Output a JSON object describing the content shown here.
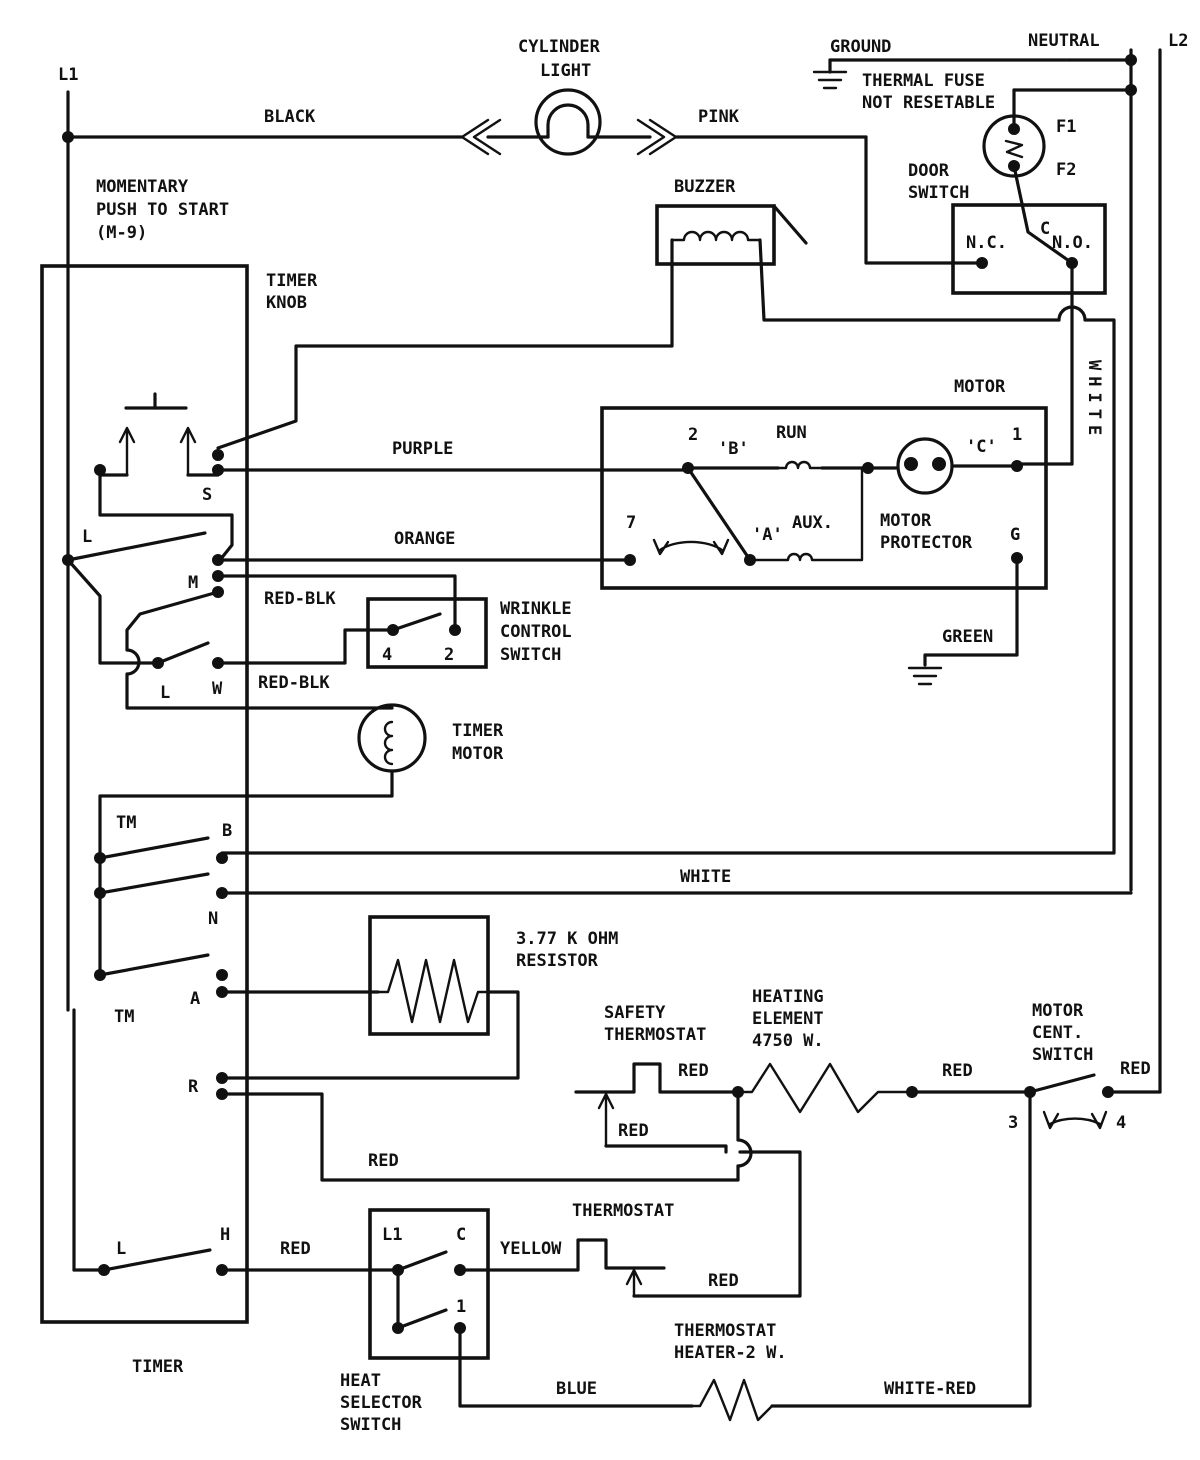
{
  "rails": {
    "l1": "L1",
    "l2": "L2",
    "neutral": "NEUTRAL",
    "ground": "GROUND"
  },
  "wires": {
    "black": "BLACK",
    "pink": "PINK",
    "purple": "PURPLE",
    "orange": "ORANGE",
    "red_blk_1": "RED-BLK",
    "red_blk_2": "RED-BLK",
    "green": "GREEN",
    "white_vertical": "WHITE",
    "white_horizontal": "WHITE",
    "red_1": "RED",
    "red_2": "RED",
    "red_3": "RED",
    "red_4": "RED",
    "red_5": "RED",
    "red_6": "RED",
    "red_7": "RED",
    "yellow": "YELLOW",
    "blue": "BLUE",
    "white_red": "WHITE-RED"
  },
  "components": {
    "cylinder_light": [
      "CYLINDER",
      "LIGHT"
    ],
    "thermal_fuse": [
      "THERMAL FUSE",
      "NOT RESETABLE"
    ],
    "fuse_terminals": {
      "f1": "F1",
      "f2": "F2"
    },
    "door_switch": [
      "DOOR",
      "SWITCH"
    ],
    "door_terminals": {
      "nc": "N.C.",
      "c": "C",
      "no": "N.O."
    },
    "buzzer": "BUZZER",
    "momentary": [
      "MOMENTARY",
      "PUSH TO START",
      "(M-9)"
    ],
    "timer_knob": [
      "TIMER",
      "KNOB"
    ],
    "motor": "MOTOR",
    "motor_labels": {
      "t2": "2",
      "b": "'B'",
      "run": "RUN",
      "c": "'C'",
      "t1": "1",
      "t7": "7",
      "a": "'A'",
      "aux": "AUX.",
      "protector": [
        "MOTOR",
        "PROTECTOR"
      ],
      "g": "G"
    },
    "wrinkle": [
      "WRINKLE",
      "CONTROL",
      "SWITCH"
    ],
    "wrinkle_terminals": {
      "t4": "4",
      "t2": "2"
    },
    "timer_motor": [
      "TIMER",
      "MOTOR"
    ],
    "resistor": [
      "3.77 K OHM",
      "RESISTOR"
    ],
    "safety_thermostat": [
      "SAFETY",
      "THERMOSTAT"
    ],
    "heating_element": [
      "HEATING",
      "ELEMENT",
      "4750 W."
    ],
    "motor_cent_switch": [
      "MOTOR",
      "CENT.",
      "SWITCH"
    ],
    "cent_terminals": {
      "t3": "3",
      "t4": "4"
    },
    "thermostat": "THERMOSTAT",
    "thermostat_heater": [
      "THERMOSTAT",
      "HEATER-2 W."
    ],
    "heat_selector": [
      "HEAT",
      "SELECTOR",
      "SWITCH"
    ],
    "heat_selector_terminals": {
      "l1": "L1",
      "c": "C",
      "t1": "1"
    },
    "timer": "TIMER",
    "timer_terminals": {
      "s": "S",
      "l_top": "L",
      "m": "M",
      "l_mid": "L",
      "w": "W",
      "tm_top": "TM",
      "b": "B",
      "n": "N",
      "a": "A",
      "tm_bot": "TM",
      "r": "R",
      "l_bot": "L",
      "h": "H"
    }
  }
}
